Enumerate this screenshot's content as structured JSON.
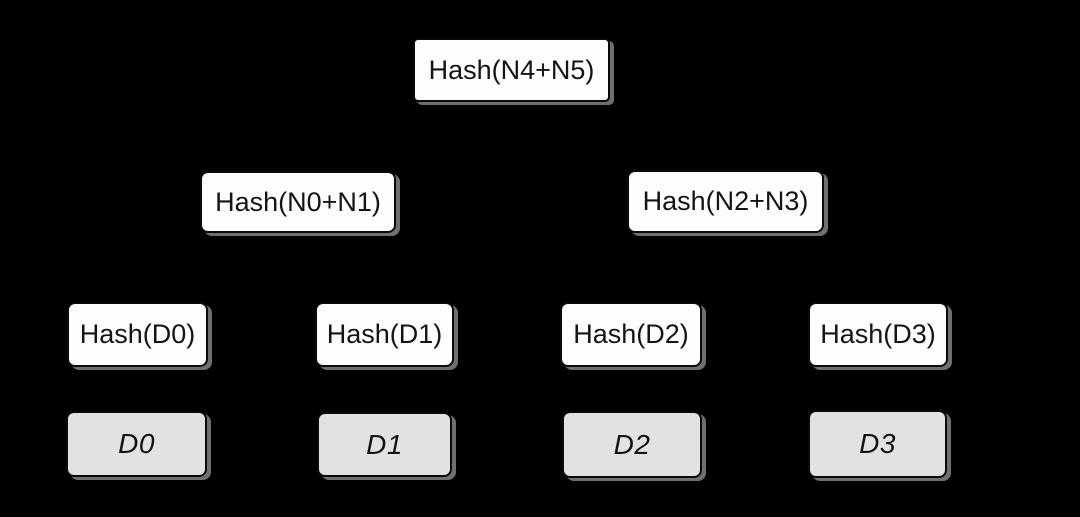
{
  "diagram": {
    "type": "merkle-tree",
    "colors": {
      "canvas_background": "#000000",
      "hash_node_fill": "#fdfdfd",
      "data_node_fill": "#e2e2e2",
      "node_border": "#0a0a0a",
      "node_text": "#141414",
      "node_shadow": "#6f6f6f",
      "edge": "#000000"
    },
    "nodes": {
      "root": {
        "label": "Hash(N4+N5)"
      },
      "internal_left": {
        "label": "Hash(N0+N1)"
      },
      "internal_right": {
        "label": "Hash(N2+N3)"
      },
      "leaf_hash_0": {
        "label": "Hash(D0)"
      },
      "leaf_hash_1": {
        "label": "Hash(D1)"
      },
      "leaf_hash_2": {
        "label": "Hash(D2)"
      },
      "leaf_hash_3": {
        "label": "Hash(D3)"
      },
      "data_block_0": {
        "label": "D0"
      },
      "data_block_1": {
        "label": "D1"
      },
      "data_block_2": {
        "label": "D2"
      },
      "data_block_3": {
        "label": "D3"
      }
    },
    "edges": [
      {
        "from": "root",
        "to": "internal_left"
      },
      {
        "from": "root",
        "to": "internal_right"
      },
      {
        "from": "internal_left",
        "to": "leaf_hash_0"
      },
      {
        "from": "internal_left",
        "to": "leaf_hash_1"
      },
      {
        "from": "internal_right",
        "to": "leaf_hash_2"
      },
      {
        "from": "internal_right",
        "to": "leaf_hash_3"
      },
      {
        "from": "leaf_hash_0",
        "to": "data_block_0"
      },
      {
        "from": "leaf_hash_1",
        "to": "data_block_1"
      },
      {
        "from": "leaf_hash_2",
        "to": "data_block_2"
      },
      {
        "from": "leaf_hash_3",
        "to": "data_block_3"
      }
    ]
  }
}
